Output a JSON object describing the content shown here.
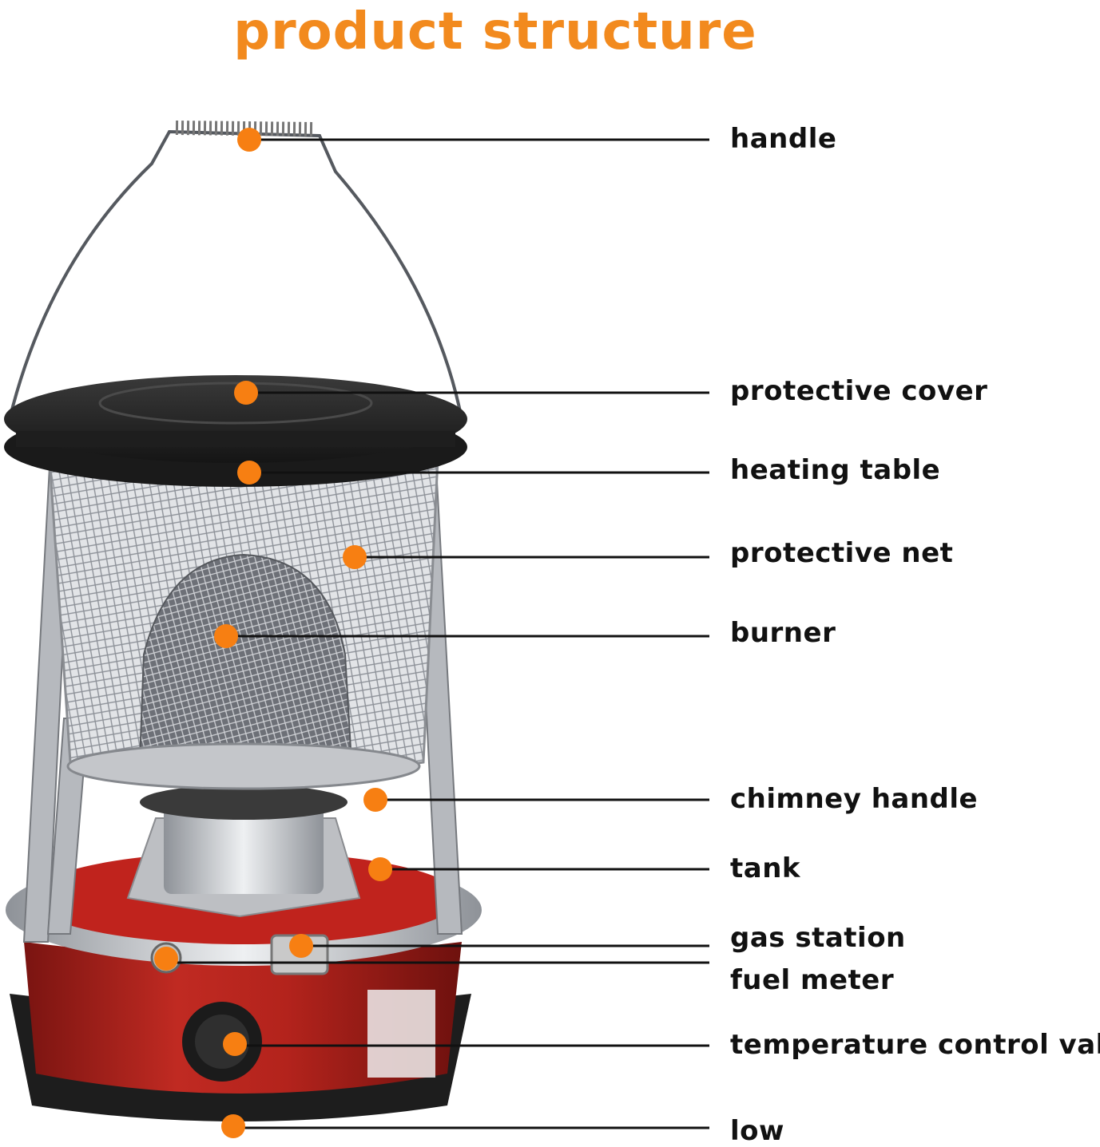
{
  "title": "product structure",
  "callouts": [
    {
      "id": "handle",
      "label": "handle"
    },
    {
      "id": "protective-cover",
      "label": "protective cover"
    },
    {
      "id": "heating-table",
      "label": "heating table"
    },
    {
      "id": "protective-net",
      "label": "protective net"
    },
    {
      "id": "burner",
      "label": "burner"
    },
    {
      "id": "chimney-handle",
      "label": "chimney handle"
    },
    {
      "id": "tank",
      "label": "tank"
    },
    {
      "id": "gas-station",
      "label": "gas station"
    },
    {
      "id": "fuel-meter",
      "label": "fuel meter"
    },
    {
      "id": "temperature-control-valve",
      "label": "temperature control valve"
    },
    {
      "id": "low",
      "label": "low"
    }
  ],
  "colors": {
    "title": "#f28a1e",
    "marker": "#f77f12",
    "tank": "#b3231c",
    "mesh": "#c9ccd0",
    "cover": "#2b2b2b"
  }
}
